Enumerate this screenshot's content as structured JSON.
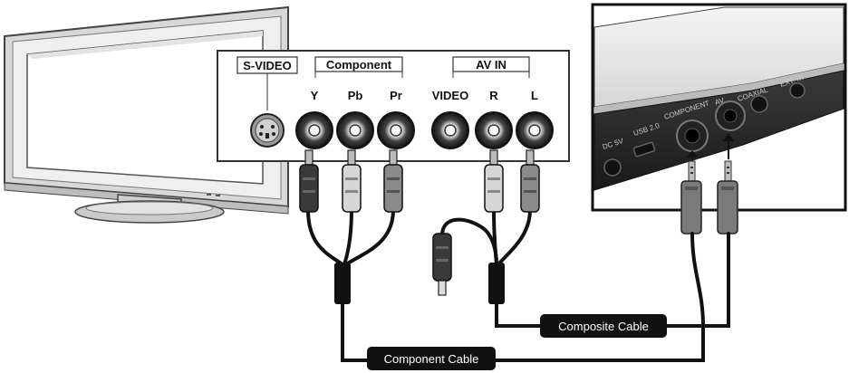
{
  "tv_panel": {
    "group_labels": {
      "svideo": "S-VIDEO",
      "component": "Component",
      "av_in": "AV IN"
    },
    "jack_labels": {
      "y": "Y",
      "pb": "Pb",
      "pr": "Pr",
      "video": "VIDEO",
      "r": "R",
      "l": "L"
    }
  },
  "device_panel": {
    "port_labels": {
      "dc": "DC 5V",
      "usb": "USB 2.0",
      "component": "COMPONENT",
      "av": "AV",
      "coaxial": "COAXIAL",
      "ext_ir": "EXT. IR"
    }
  },
  "cables": {
    "composite_label": "Composite Cable",
    "component_label": "Component Cable"
  },
  "colors": {
    "cable": "#111111",
    "plug_dark": "#444444",
    "plug_light": "#cfcfcf",
    "plug_mid": "#8a8a8a"
  }
}
